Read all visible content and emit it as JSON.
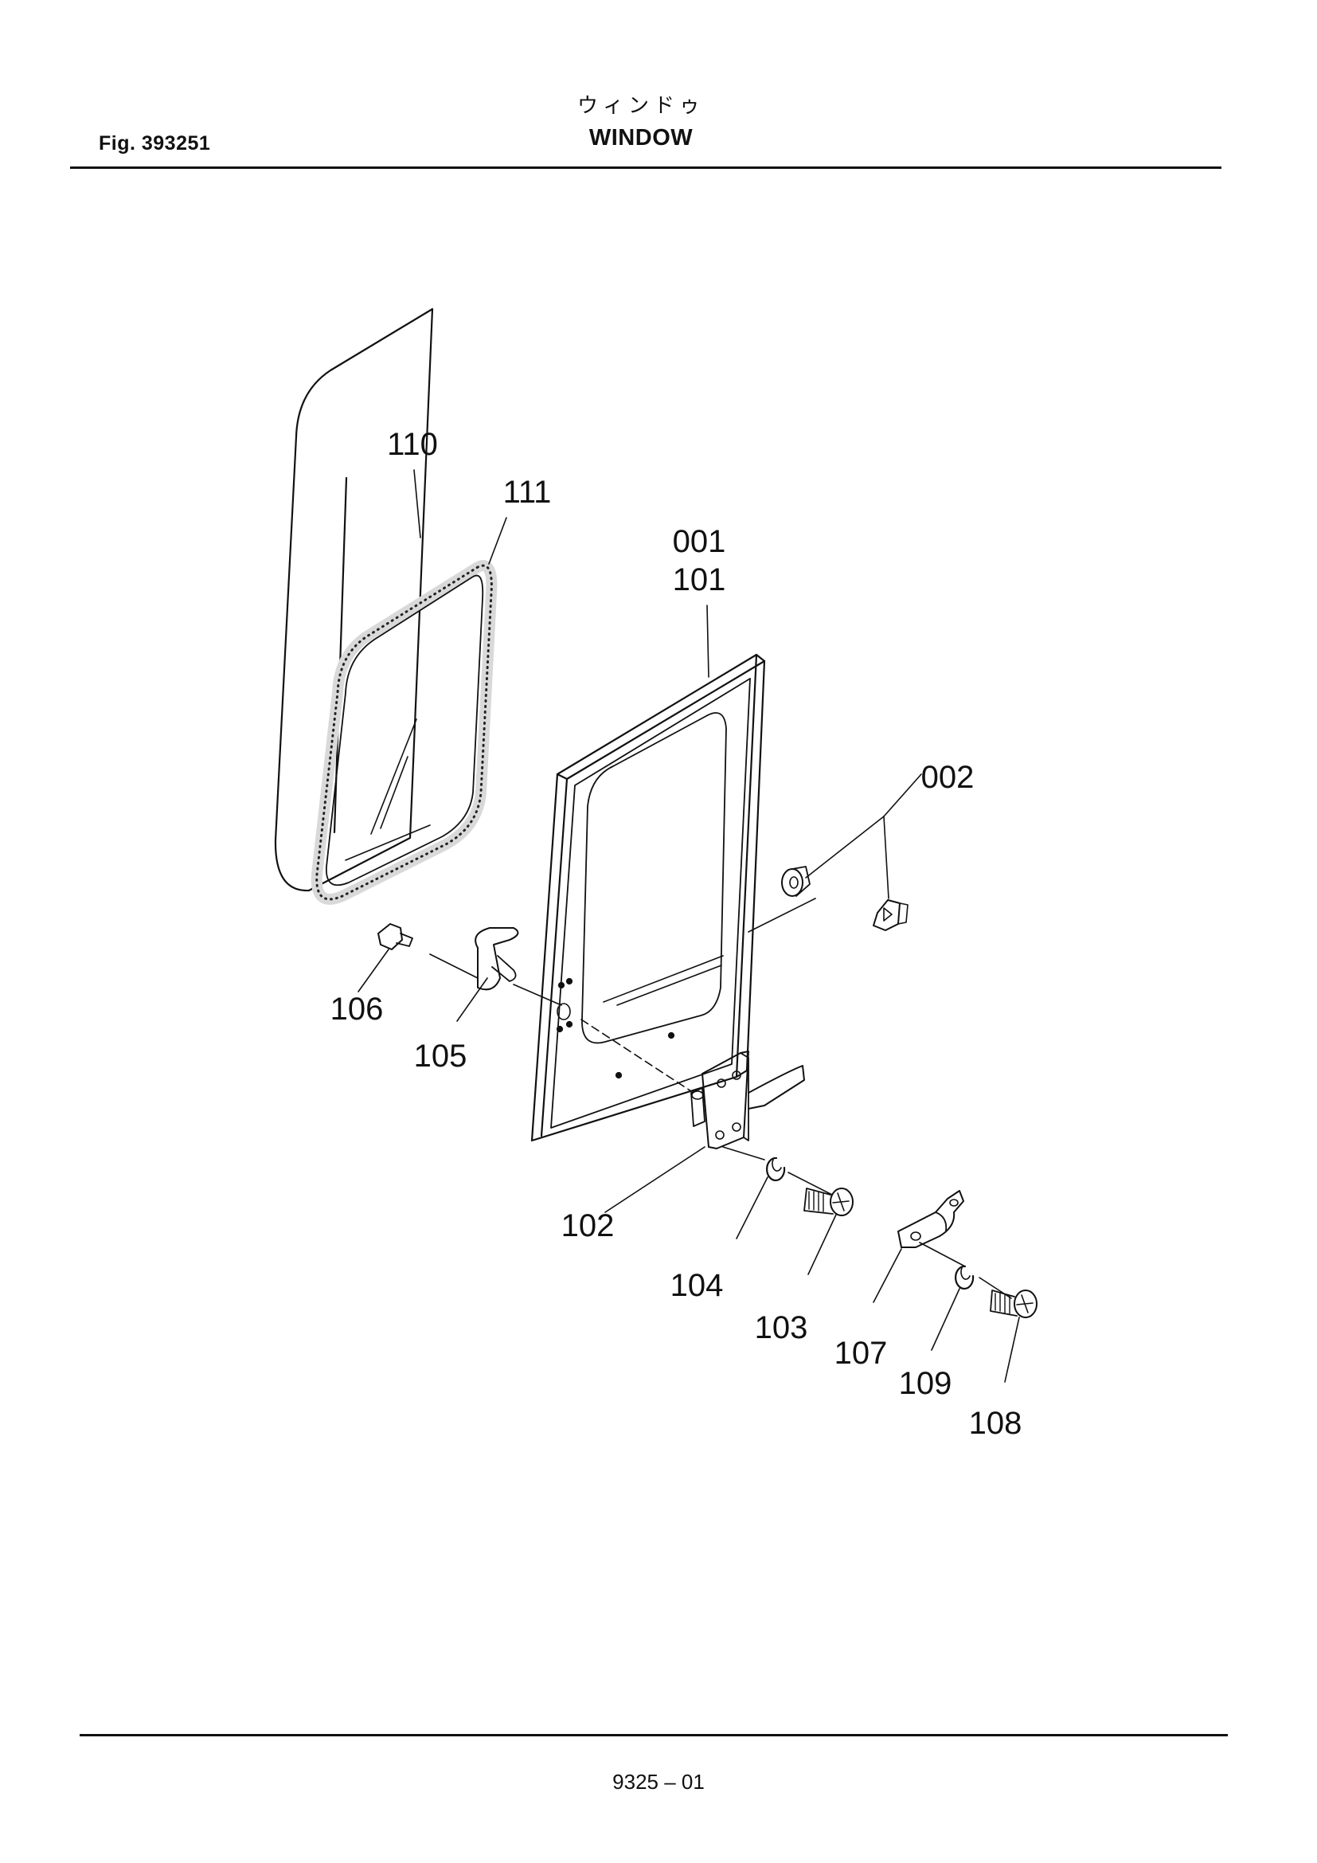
{
  "header": {
    "fig_label": "Fig. 393251",
    "title_jp": "ウィンドゥ",
    "title_en": "WINDOW"
  },
  "footer": {
    "page_code": "9325 – 01"
  },
  "callouts": {
    "c110": "110",
    "c111": "111",
    "c001": "001",
    "c101": "101",
    "c002": "002",
    "c106": "106",
    "c105": "105",
    "c102": "102",
    "c104": "104",
    "c103": "103",
    "c107": "107",
    "c109": "109",
    "c108": "108"
  }
}
